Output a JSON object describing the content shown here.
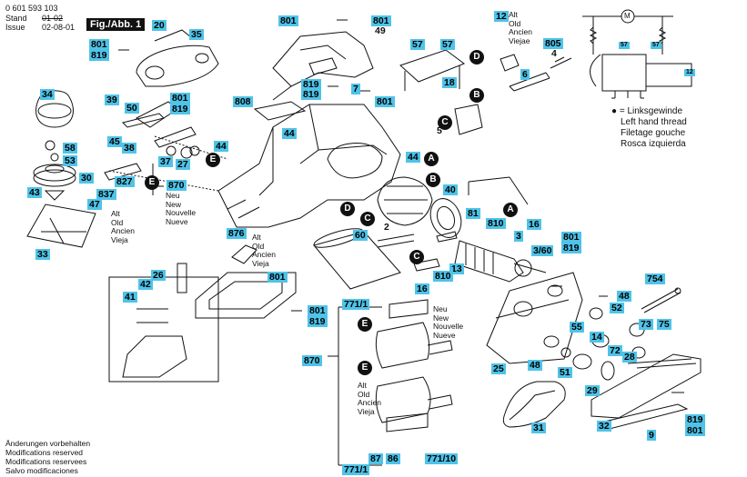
{
  "header": {
    "doc_number": "0 601 593 103",
    "stand_label": "Stand",
    "issue_label": "Issue",
    "version_old": "01-02",
    "version_new": "02-08-01",
    "figure_label": "Fig./Abb. 1"
  },
  "legend": {
    "lines": [
      "= Linksgewinde",
      "Left hand thread",
      "Filetage gouche",
      "Rosca izquierda"
    ]
  },
  "footer": {
    "lines": [
      "Änderungen vorbehalten",
      "Modifications reserved",
      "Modifications reservees",
      "Salvo modificaciones"
    ]
  },
  "wiring": {
    "motor_symbol": "M",
    "label_left": "57",
    "label_right": "57",
    "label_switch": "12"
  },
  "lang_blocks": {
    "alt_12": "Alt\nOld\nAncien\nViejae",
    "neu_870_top": "Neu\nNew\nNouvelle\nNueve",
    "alt_837": "Alt\nOld\nAncien\nVieja",
    "alt_876": "Alt\nOld\nAncien\nVieja",
    "neu_771": "Neu\nNew\nNouvelle\nNueve",
    "alt_870": "Alt\nOld\nAncien\nVieja"
  },
  "circles": [
    "A",
    "A",
    "B",
    "B",
    "C",
    "C",
    "D",
    "D",
    "E",
    "E",
    "E",
    "E"
  ],
  "part_tags": [
    "20",
    "35",
    "801",
    "819",
    "801",
    "49",
    "12",
    "57",
    "57",
    "805",
    "6",
    "39",
    "50",
    "45",
    "38",
    "801",
    "819",
    "808",
    "801",
    "44",
    "7",
    "34",
    "58",
    "53",
    "30",
    "43",
    "47",
    "837",
    "827",
    "37",
    "27",
    "870",
    "44",
    "44",
    "40",
    "81",
    "810",
    "2",
    "16",
    "3",
    "3/60",
    "801",
    "819",
    "876",
    "60",
    "13",
    "810",
    "16",
    "754",
    "26",
    "42",
    "41",
    "801",
    "819",
    "771/1",
    "870",
    "48",
    "52",
    "73",
    "75",
    "55",
    "14",
    "25",
    "48",
    "51",
    "28",
    "72",
    "29",
    "32",
    "31",
    "9",
    "819",
    "801",
    "87",
    "86",
    "771/10",
    "771/1",
    "33",
    "18",
    "5",
    "4",
    "801",
    "819",
    "819",
    "801"
  ],
  "plain_labels": [
    "801",
    "819",
    "801",
    "819"
  ]
}
